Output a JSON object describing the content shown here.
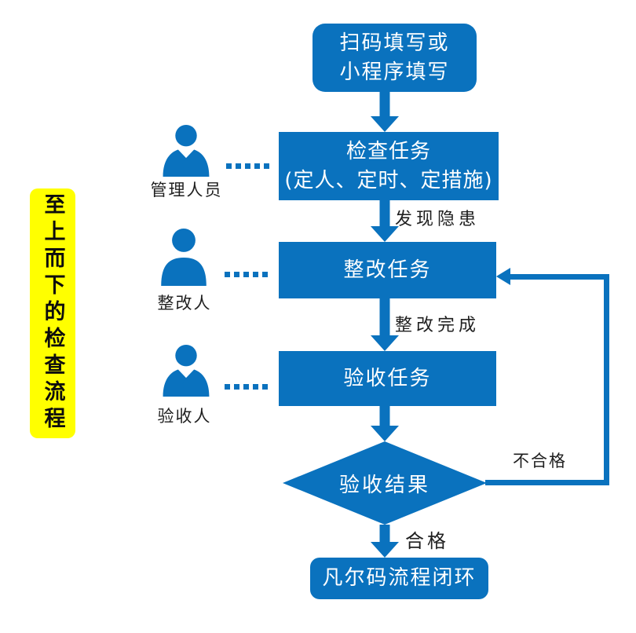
{
  "colors": {
    "blue": "#0a72be",
    "yellow": "#ffff00",
    "label": "#1f1f1f"
  },
  "banner": {
    "text": "至上而下的检查流程"
  },
  "nodes": {
    "start": "扫码填写或\n小程序填写",
    "inspect": "检查任务\n(定人、定时、定措施)",
    "rectify": "整改任务",
    "accept": "验收任务",
    "decision": "验收结果",
    "end": "凡尔码流程闭环"
  },
  "edge_labels": {
    "found_issue": "发现隐患",
    "rectify_done": "整改完成",
    "pass": "合格",
    "fail": "不合格"
  },
  "roles": [
    {
      "label": "管理人员"
    },
    {
      "label": "整改人"
    },
    {
      "label": "验收人"
    }
  ]
}
